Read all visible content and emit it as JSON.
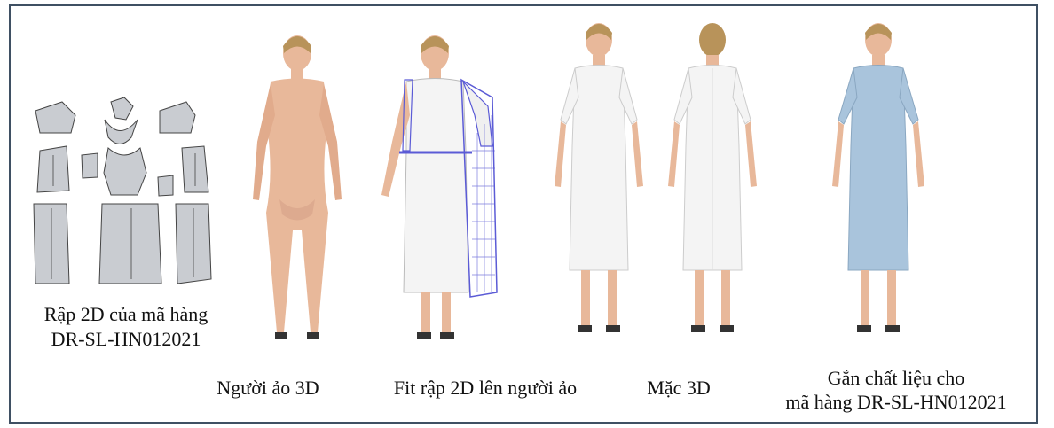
{
  "figure": {
    "captions": {
      "pattern_line1": "Rập 2D của mã hàng",
      "pattern_line2": "DR-SL-HN012021",
      "avatar": "Người ảo 3D",
      "fit": "Fit rập 2D lên người ảo",
      "wear": "Mặc 3D",
      "material_line1": "Gắn chất liệu cho",
      "material_line2": "mã hàng DR-SL-HN012021"
    },
    "colors": {
      "border": "#3f5063",
      "skin": "#e8b89a",
      "dress_white": "#f4f4f4",
      "mesh_blue": "#5b5bd6",
      "fabric_blue": "#a9c4dc",
      "pattern_gray": "#c9ccd1",
      "hair": "#b8935a"
    }
  }
}
